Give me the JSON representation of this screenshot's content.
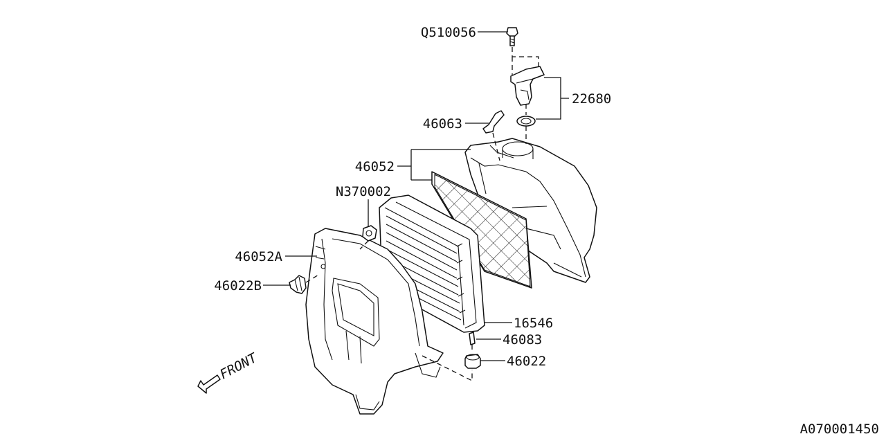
{
  "diagram": {
    "drawing_id": "A070001450",
    "front_label": "FRONT",
    "parts": {
      "bolt": "Q510056",
      "sensor": "22680",
      "clip": "46063",
      "upper_case": "46052",
      "nut": "N370002",
      "lower_case": "46052A",
      "grommet_bolt": "46022B",
      "filter": "16546",
      "pin": "46083",
      "mount": "46022"
    }
  }
}
